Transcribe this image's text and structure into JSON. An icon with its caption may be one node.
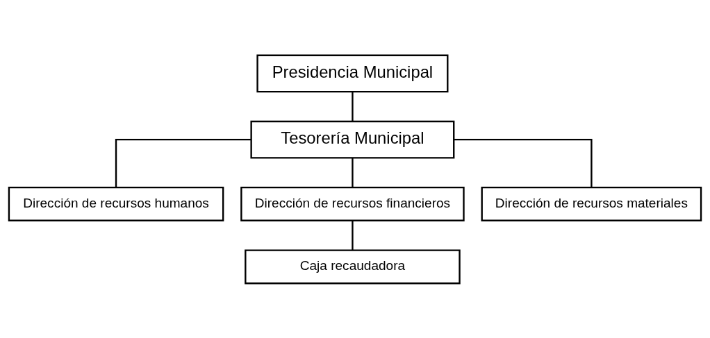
{
  "diagram": {
    "nodes": [
      {
        "text": [
          "Presidencia Municipal"
        ]
      },
      {
        "text": [
          "Tesorería Municipal"
        ]
      },
      {
        "text": [
          "Dirección de recursos humanos"
        ]
      },
      {
        "text": [
          "Dirección de recursos financieros"
        ]
      },
      {
        "text": [
          "Dirección de recursos materiales"
        ]
      },
      {
        "text": [
          "Caja recaudadora"
        ]
      }
    ],
    "edges": [
      {
        "from": 0,
        "to": 1,
        "arrow": "none"
      },
      {
        "from": 1,
        "to": 2,
        "arrow": "none"
      },
      {
        "from": 1,
        "to": 3,
        "arrow": "none"
      },
      {
        "from": 1,
        "to": 4,
        "arrow": "none"
      },
      {
        "from": 3,
        "to": 5,
        "arrow": "none"
      }
    ]
  }
}
